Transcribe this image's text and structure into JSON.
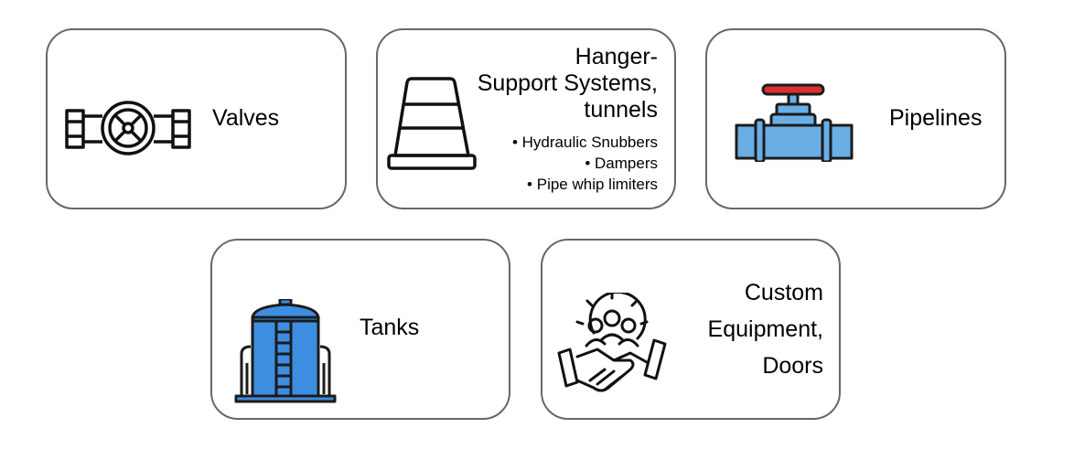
{
  "cards": {
    "valves": {
      "title": "Valves",
      "icon": "valve-icon"
    },
    "hanger": {
      "title_lines": [
        "Hanger-",
        "Support Systems,",
        "tunnels"
      ],
      "bullets": [
        "Hydraulic Snubbers",
        "Dampers",
        "Pipe whip limiters"
      ],
      "icon": "support-structure-icon"
    },
    "pipelines": {
      "title": "Pipelines",
      "icon": "pipeline-icon"
    },
    "tanks": {
      "title": "Tanks",
      "icon": "tank-icon"
    },
    "custom": {
      "title_lines": [
        "Custom",
        "Equipment,",
        "Doors"
      ],
      "icon": "handshake-gear-icon"
    }
  },
  "colors": {
    "border": "#5f6b6b",
    "pipe_blue": "#6aaee6",
    "tank_blue": "#3d8ee0",
    "handle_red": "#d8312f",
    "outline": "#1b1b1b"
  }
}
